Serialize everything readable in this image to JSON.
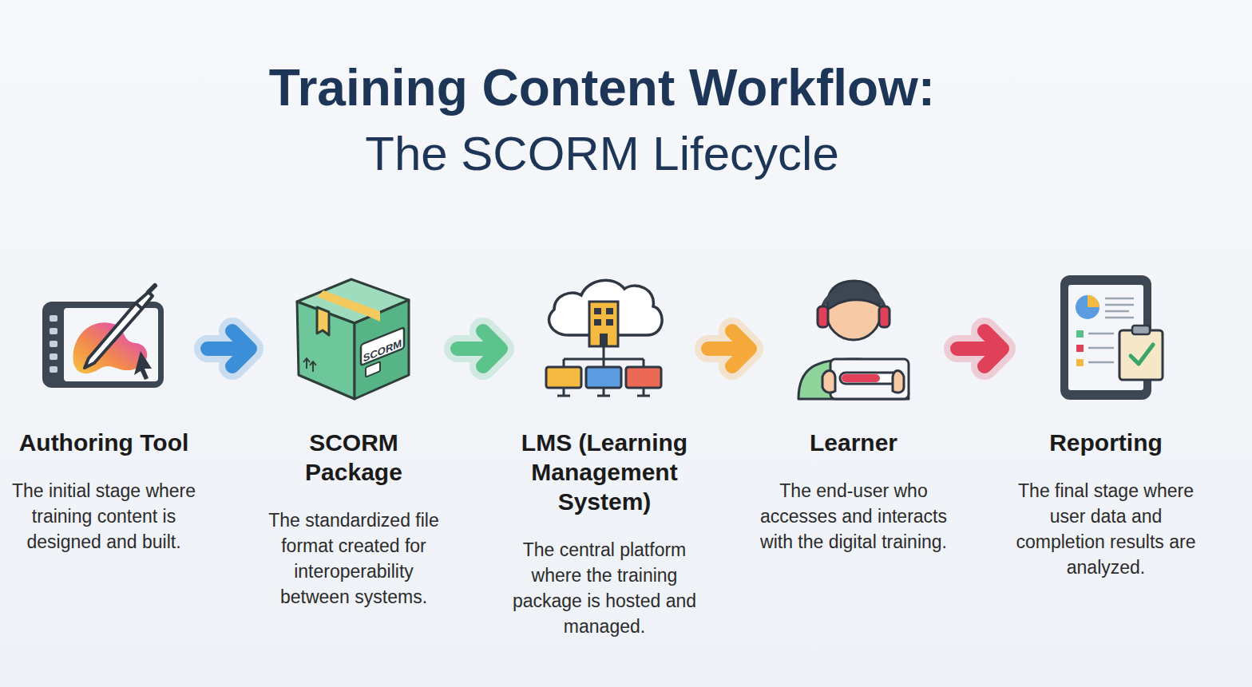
{
  "diagram": {
    "title": "Training Content Workflow:",
    "nodes": [
      {
        "text": [
          "Authoring Tool",
          "The initial stage where training content is designed and built."
        ]
      },
      {
        "text": [
          "SCORM Package",
          "The standardized file format created for interoperability between systems."
        ]
      },
      {
        "text": [
          "LMS (Learning Management System)",
          "The central platform where the training package is hosted and managed."
        ]
      },
      {
        "text": [
          "Learner",
          "The end-user who accesses and interacts with the digital training."
        ]
      },
      {
        "text": [
          "Reporting",
          "The final stage where user data and completion results are analyzed."
        ]
      }
    ],
    "edges": [
      {
        "from": 0,
        "to": 1,
        "arrow": "to"
      },
      {
        "from": 1,
        "to": 2,
        "arrow": "to"
      },
      {
        "from": 2,
        "to": 3,
        "arrow": "to"
      },
      {
        "from": 3,
        "to": 4,
        "arrow": "to"
      }
    ],
    "labels": [
      "The SCORM Lifecycle",
      "SCORM"
    ]
  }
}
